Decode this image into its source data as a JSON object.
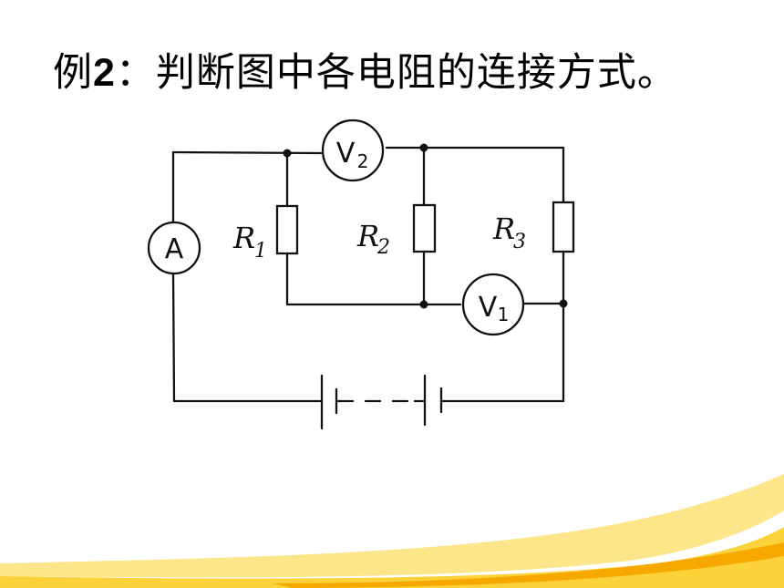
{
  "title": {
    "label": "例",
    "number": "2",
    "text": "：判断图中各电阻的连接方式。"
  },
  "diagram": {
    "ammeter": {
      "letter": "A"
    },
    "voltmeter_top": {
      "letter": "V",
      "subscript": "2"
    },
    "voltmeter_bottom": {
      "letter": "V",
      "subscript": "1"
    },
    "resistors": [
      {
        "letter": "R",
        "subscript": "1"
      },
      {
        "letter": "R",
        "subscript": "2"
      },
      {
        "letter": "R",
        "subscript": "3"
      }
    ]
  },
  "theme": {
    "swoosh_colors": [
      "#fbd23a",
      "#f6a800",
      "#fde58a"
    ]
  }
}
